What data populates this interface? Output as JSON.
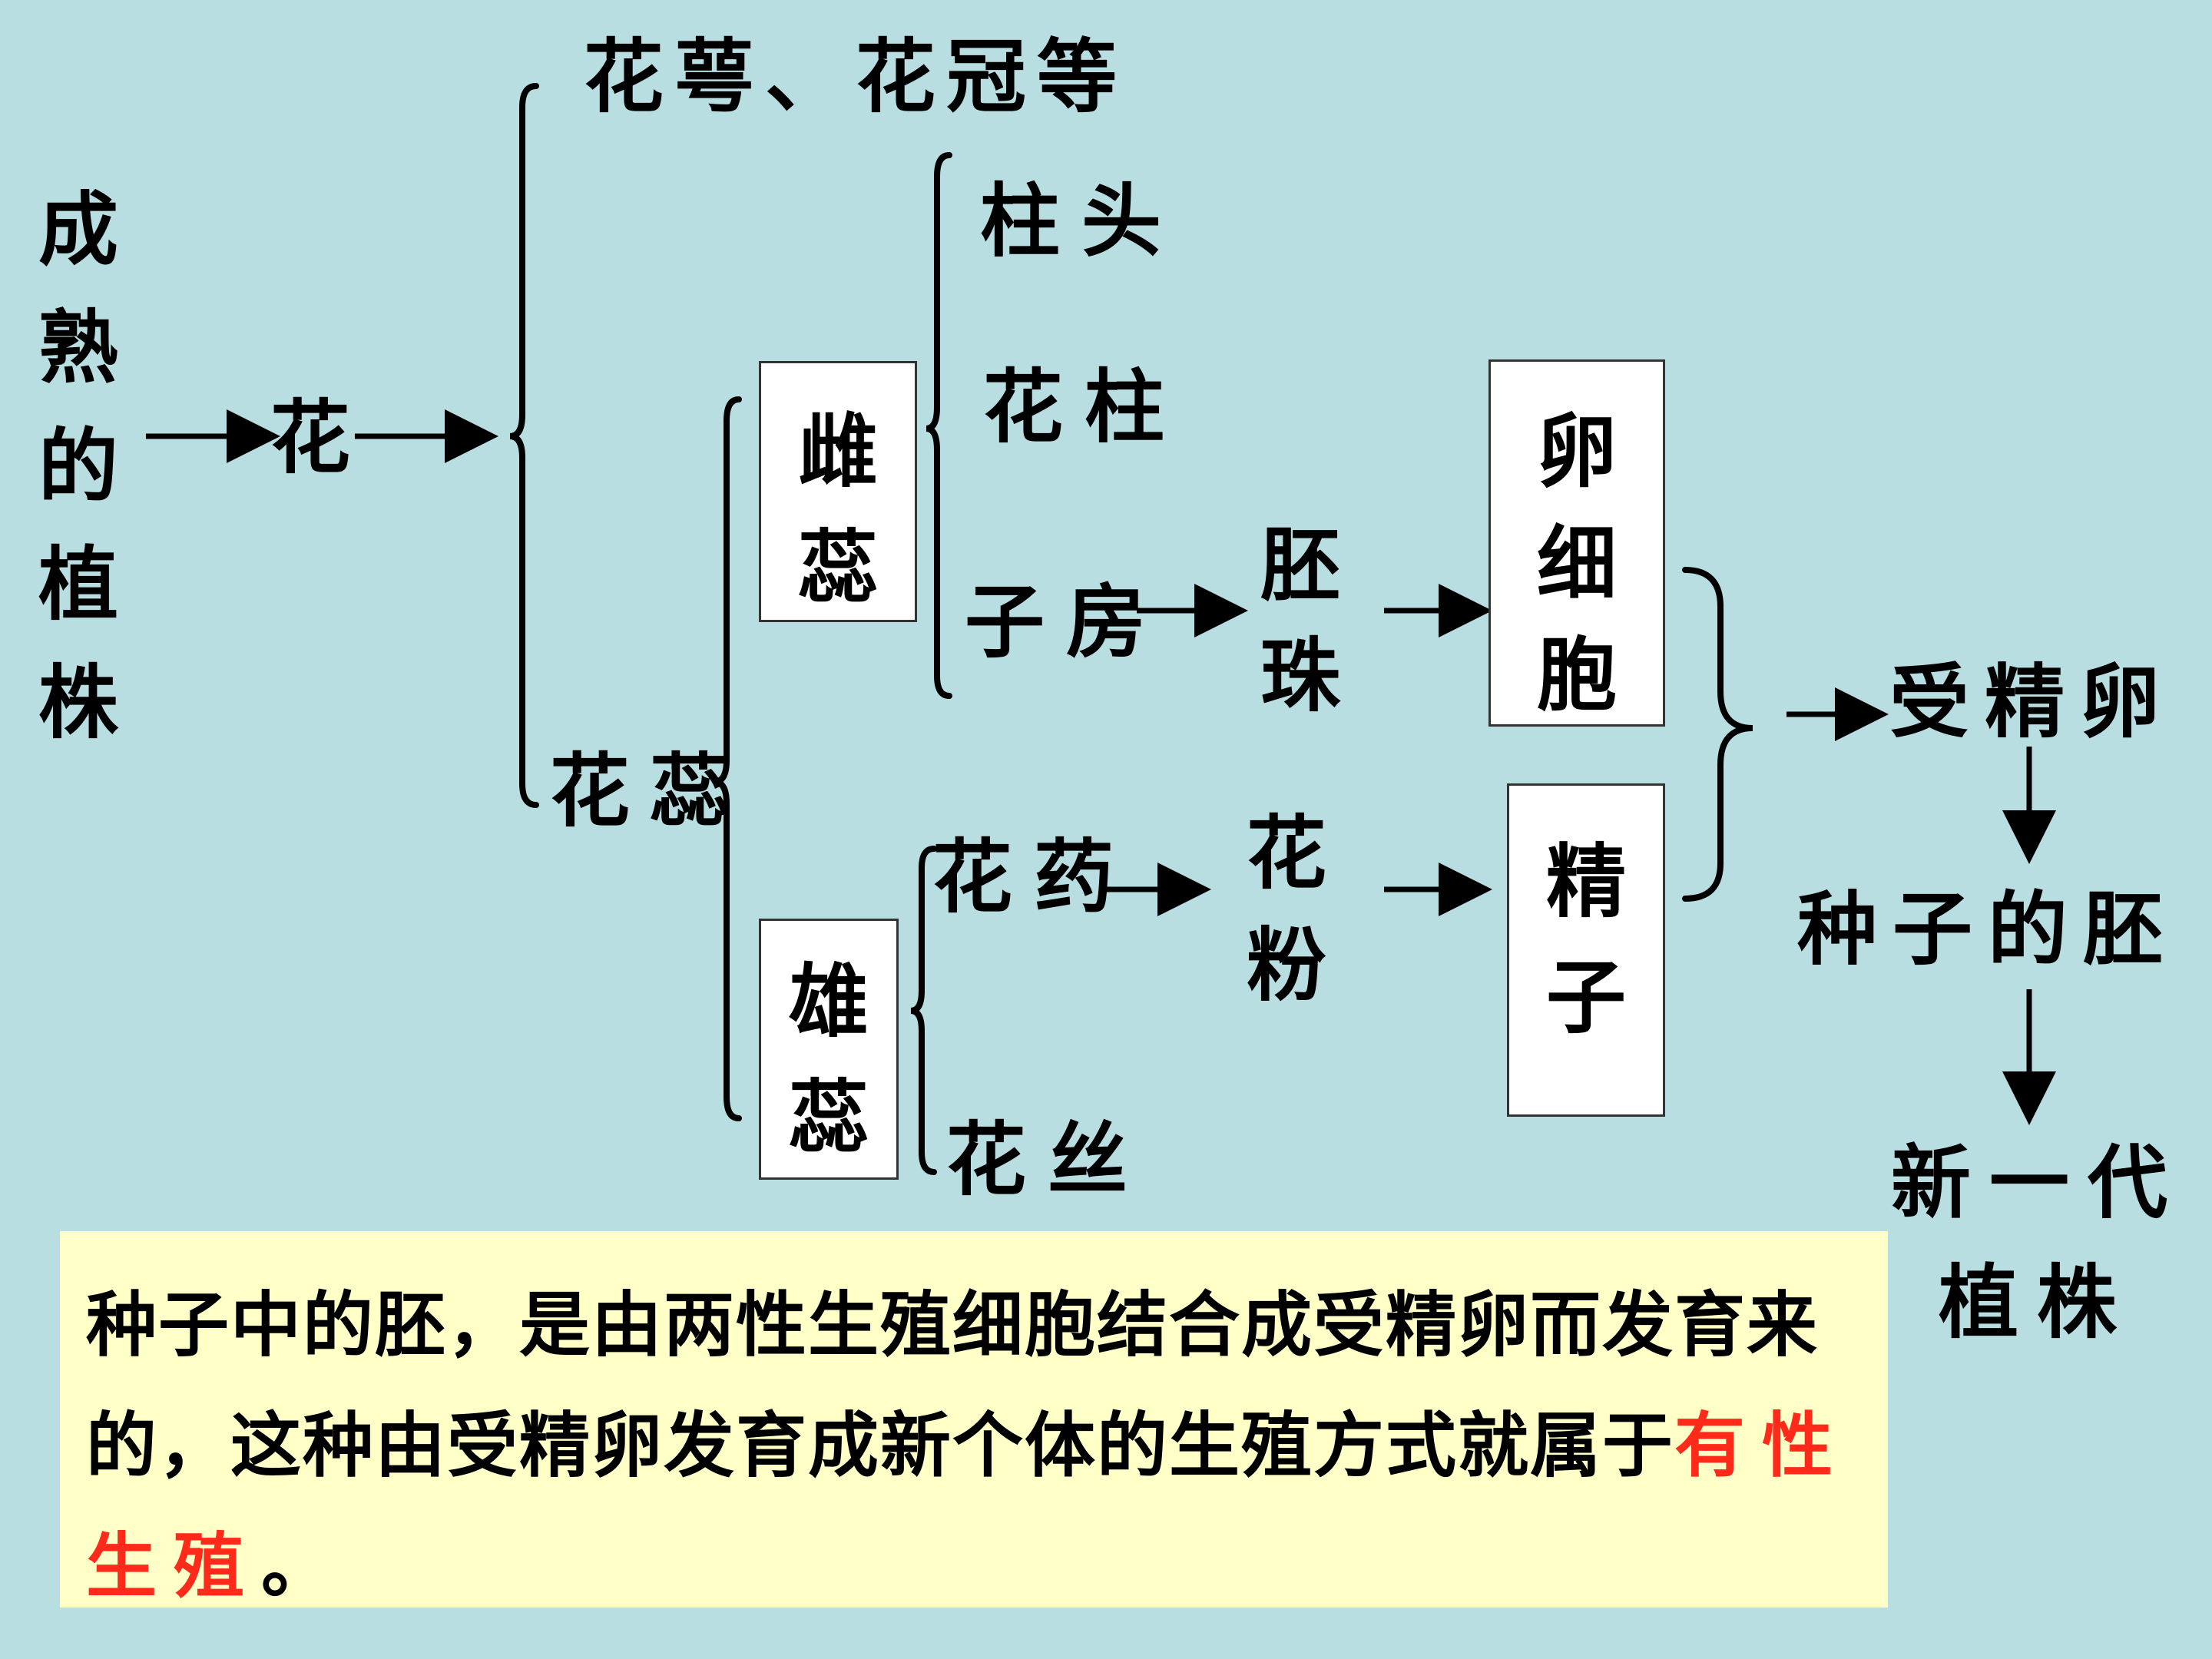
{
  "nodes": {
    "mature_plant": "成熟的植株",
    "flower": "花",
    "sepal_petal": "花萼、花冠等",
    "stamen_pistil": "花蕊",
    "pistil": "雌蕊",
    "stamen": "雄蕊",
    "stigma": "柱头",
    "style": "花柱",
    "ovary": "子房",
    "ovule": "胚珠",
    "egg_cell": "卵细胞",
    "anther": "花药",
    "pollen": "花粉",
    "sperm": "精子",
    "filament": "花丝",
    "zygote": "受精卵",
    "seed_embryo": "种子的胚",
    "new_plant_line1": "新一代",
    "new_plant_line2": "植株"
  },
  "note": {
    "text_before": "种子中的胚，是由两性生殖细胞结合成受精卵而发育来的，这种由受精卵发育成新个体的生殖方式就属于",
    "highlight": "有性生殖",
    "text_after": "。",
    "highlight_color": "#ff2a1a",
    "background_color": "#ffffc8"
  },
  "colors": {
    "background": "#b9dee2"
  }
}
